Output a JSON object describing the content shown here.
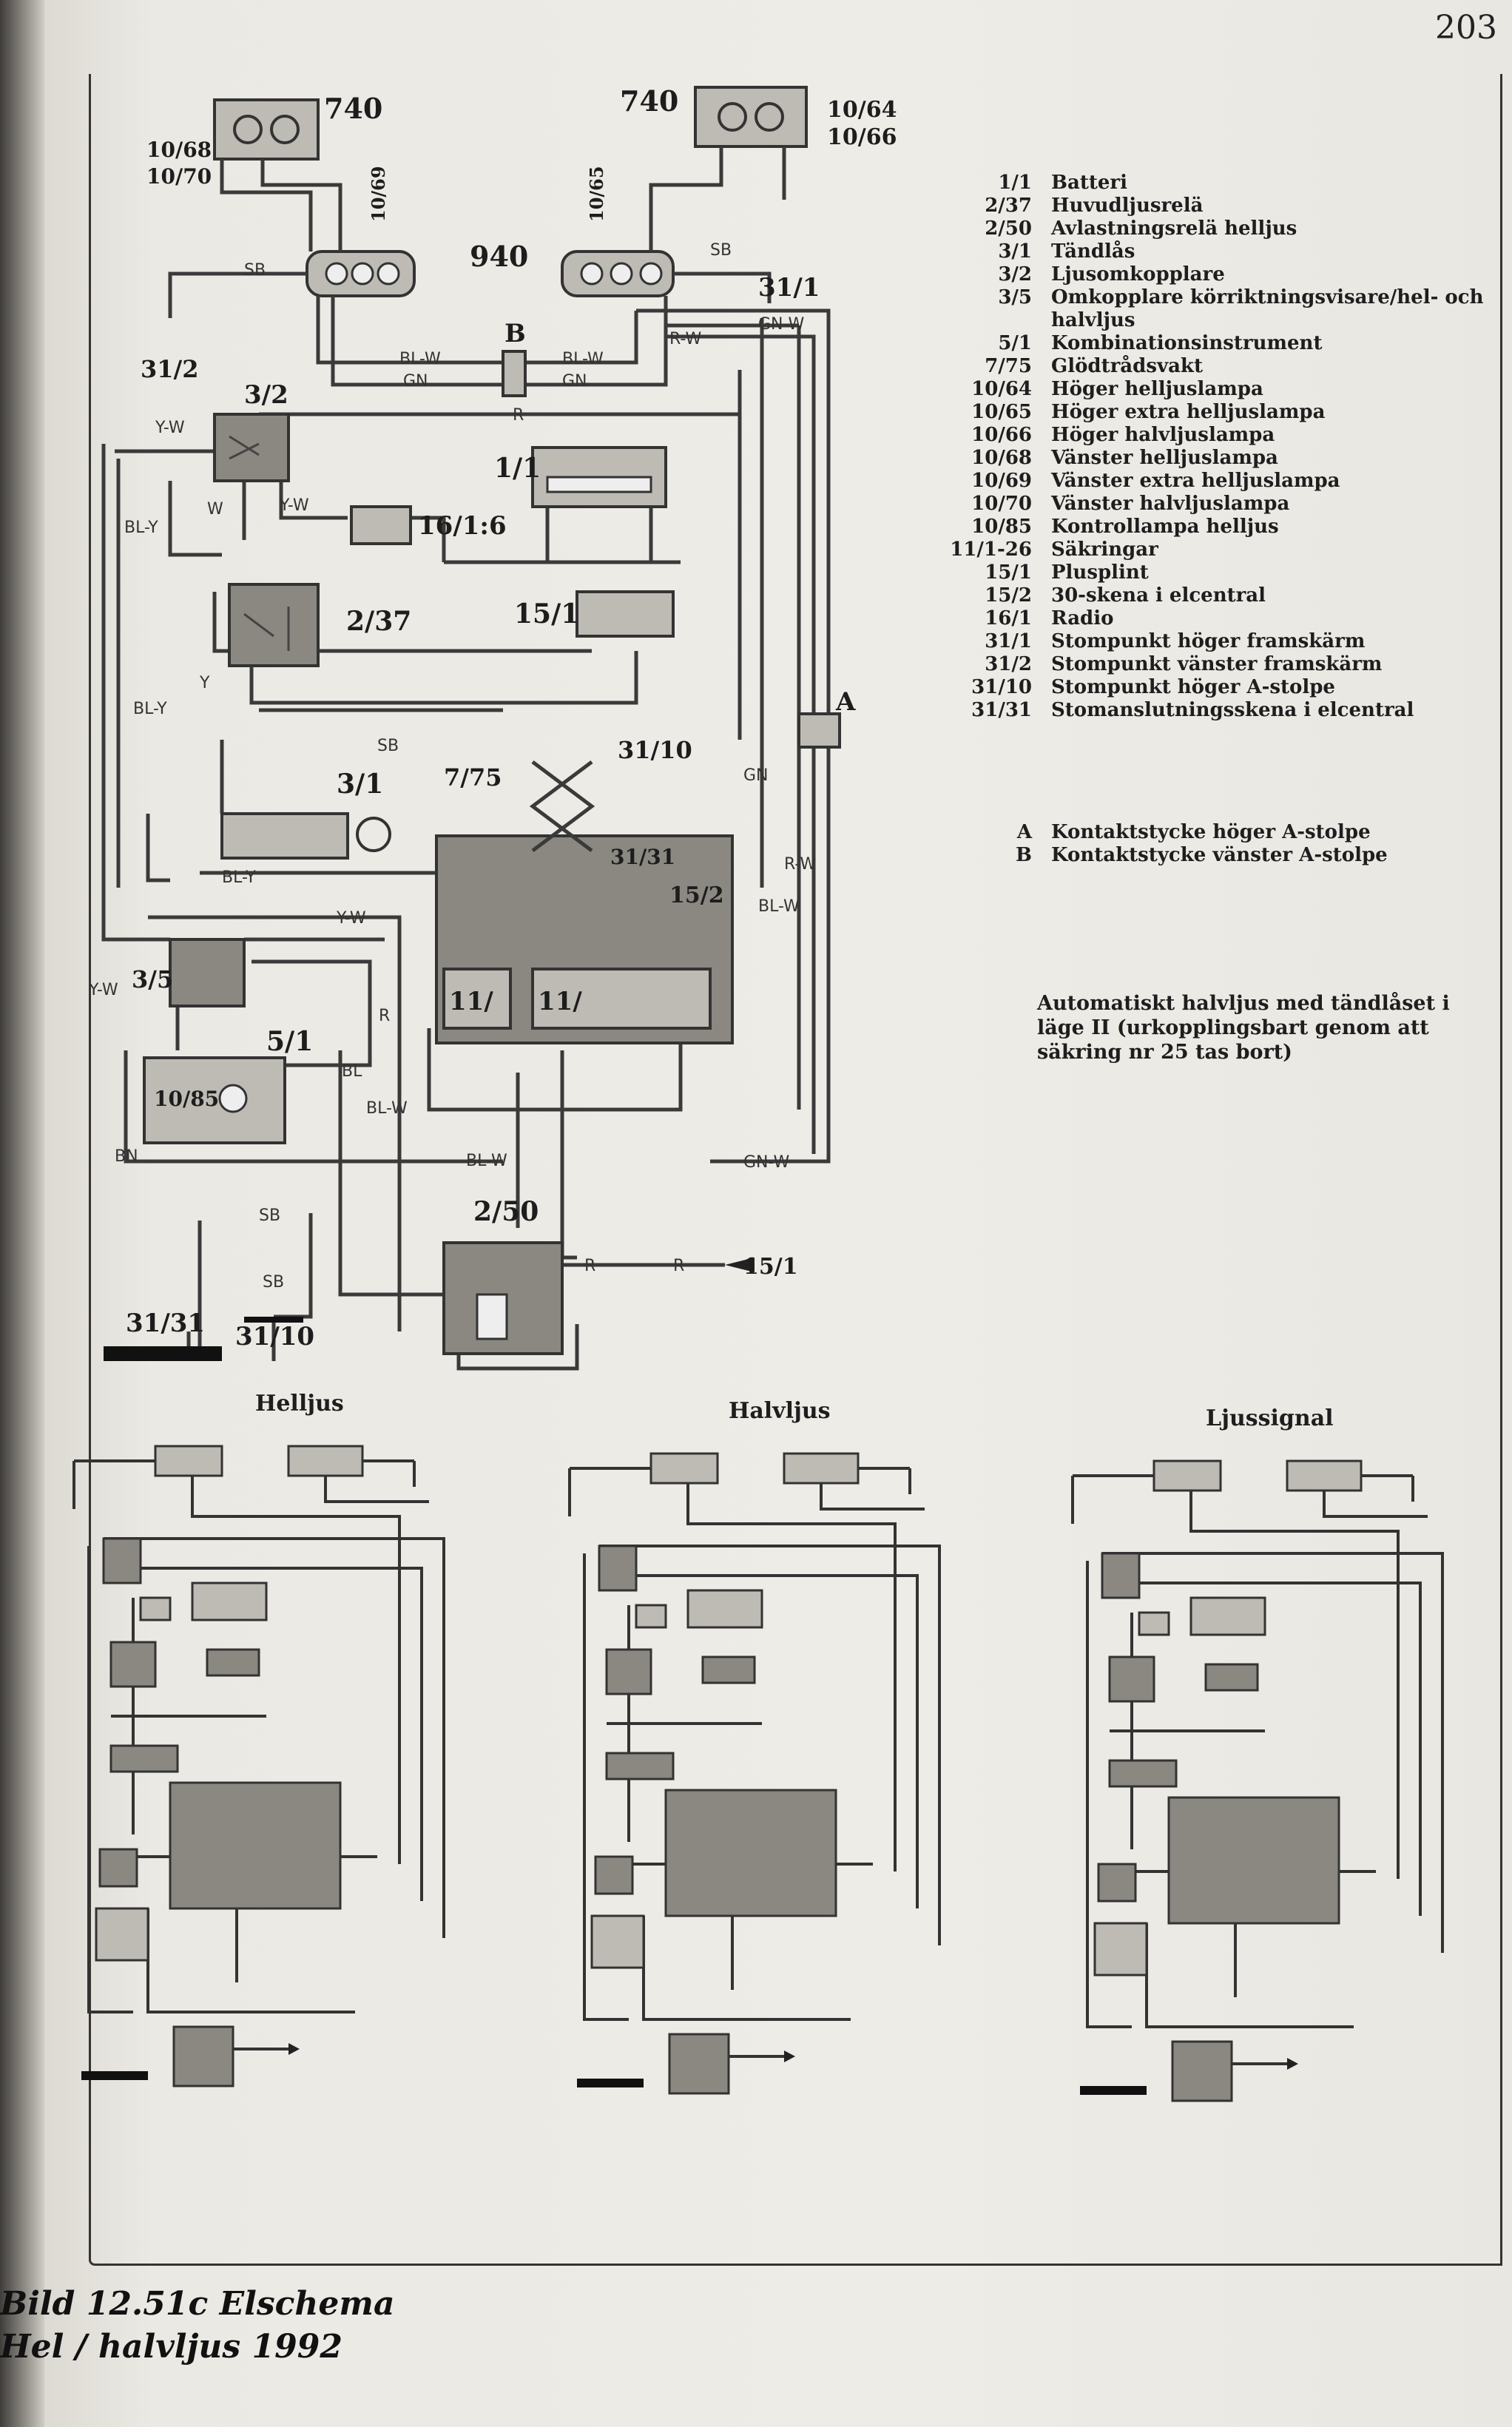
{
  "page_number": "203",
  "diagram": {
    "labels": {
      "l740_left": "740",
      "l740_right": "740",
      "l940": "940",
      "c10_68": "10/68",
      "c10_70": "10/70",
      "c10_64": "10/64",
      "c10_66": "10/66",
      "c10_65": "10/65",
      "c10_69": "10/69",
      "cB": "B",
      "cA": "A",
      "c31_1": "31/1",
      "c31_2": "31/2",
      "c3_2": "3/2",
      "c1_1": "1/1",
      "c16_1_6": "16/1:6",
      "c2_37": "2/37",
      "c15_1": "15/1",
      "c3_1": "3/1",
      "c7_75": "7/75",
      "c31_10": "31/10",
      "c31_31_box": "31/31",
      "c15_2": "15/2",
      "c3_5": "3/5",
      "c11a": "11/",
      "c11b": "11/",
      "c5_1": "5/1",
      "c10_85": "10/85",
      "c2_50": "2/50",
      "c15_1_arrow": "15/1",
      "c31_31_ground": "31/31",
      "c31_10_ground": "31/10"
    },
    "wires": {
      "bl_w": "BL-W",
      "gn": "GN",
      "r_w": "R-W",
      "gn_w": "GN-W",
      "sb": "SB",
      "r": "R",
      "y_w": "Y-W",
      "bl_y": "BL-Y",
      "w": "W",
      "y": "Y",
      "bl": "BL",
      "bn": "BN"
    },
    "mini_titles": [
      "Helljus",
      "Halvljus",
      "Ljussignal"
    ]
  },
  "legend": [
    {
      "code": "1/1",
      "desc": "Batteri"
    },
    {
      "code": "2/37",
      "desc": "Huvudljusrelä"
    },
    {
      "code": "2/50",
      "desc": "Avlastningsrelä helljus"
    },
    {
      "code": "3/1",
      "desc": "Tändlås"
    },
    {
      "code": "3/2",
      "desc": "Ljusomkopplare"
    },
    {
      "code": "3/5",
      "desc": "Omkopplare körriktningsvisare/hel- och halvljus"
    },
    {
      "code": "5/1",
      "desc": "Kombinationsinstrument"
    },
    {
      "code": "7/75",
      "desc": "Glödtrådsvakt"
    },
    {
      "code": "10/64",
      "desc": "Höger helljuslampa"
    },
    {
      "code": "10/65",
      "desc": "Höger extra helljuslampa"
    },
    {
      "code": "10/66",
      "desc": "Höger halvljuslampa"
    },
    {
      "code": "10/68",
      "desc": "Vänster helljuslampa"
    },
    {
      "code": "10/69",
      "desc": "Vänster extra helljuslampa"
    },
    {
      "code": "10/70",
      "desc": "Vänster halvljuslampa"
    },
    {
      "code": "10/85",
      "desc": "Kontrollampa helljus"
    },
    {
      "code": "11/1-26",
      "desc": "Säkringar"
    },
    {
      "code": "15/1",
      "desc": "Plusplint"
    },
    {
      "code": "15/2",
      "desc": "30-skena i elcentral"
    },
    {
      "code": "16/1",
      "desc": "Radio"
    },
    {
      "code": "31/1",
      "desc": "Stompunkt höger framskärm"
    },
    {
      "code": "31/2",
      "desc": "Stompunkt vänster framskärm"
    },
    {
      "code": "31/10",
      "desc": "Stompunkt höger A-stolpe"
    },
    {
      "code": "31/31",
      "desc": "Stomanslutningsskena i elcentral"
    }
  ],
  "legend_ab": [
    {
      "code": "A",
      "desc": "Kontaktstycke höger A-stolpe"
    },
    {
      "code": "B",
      "desc": "Kontaktstycke vänster A-stolpe"
    }
  ],
  "note": "Automatiskt halvljus med tändlåset i läge II (urkopplingsbart genom att säkring nr 25 tas bort)",
  "caption": {
    "line1": "Bild 12.51c Elschema",
    "line2": "Hel / halvljus 1992"
  }
}
